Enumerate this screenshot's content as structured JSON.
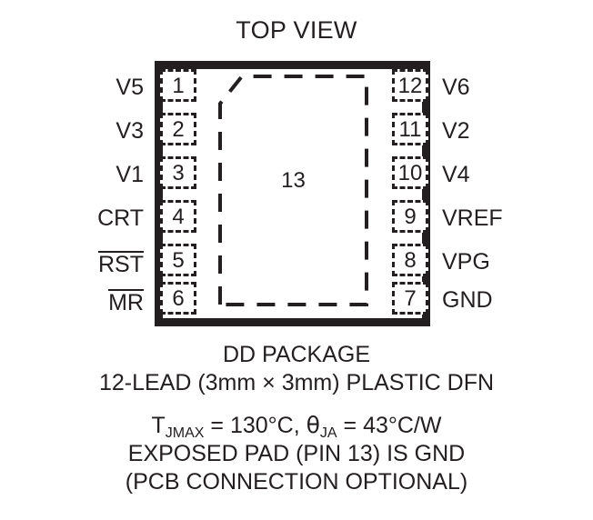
{
  "diagram": {
    "title": "TOP VIEW",
    "exposed_pad_number": "13",
    "package_outline_color": "#231f20",
    "background_color": "#ffffff",
    "left_pins": [
      {
        "number": "1",
        "name": "V5",
        "overline": false
      },
      {
        "number": "2",
        "name": "V3",
        "overline": false
      },
      {
        "number": "3",
        "name": "V1",
        "overline": false
      },
      {
        "number": "4",
        "name": "CRT",
        "overline": false
      },
      {
        "number": "5",
        "name": "RST",
        "overline": true
      },
      {
        "number": "6",
        "name": "MR",
        "overline": true
      }
    ],
    "right_pins": [
      {
        "number": "12",
        "name": "V6",
        "overline": false
      },
      {
        "number": "11",
        "name": "V2",
        "overline": false
      },
      {
        "number": "10",
        "name": "V4",
        "overline": false
      },
      {
        "number": "9",
        "name": "VREF",
        "overline": false
      },
      {
        "number": "8",
        "name": "VPG",
        "overline": false
      },
      {
        "number": "7",
        "name": "GND",
        "overline": false
      }
    ],
    "caption": {
      "package_name": "DD PACKAGE",
      "package_desc": "12-LEAD (3mm × 3mm) PLASTIC DFN",
      "thermal_tj_symbol": "T",
      "thermal_tj_sub": "JMAX",
      "thermal_tj_value": " = 130°C, ",
      "thermal_theta_symbol": "θ",
      "thermal_theta_sub": "JA",
      "thermal_theta_value": " = 43°C/W",
      "exposed_pad_note": "EXPOSED PAD (PIN 13) IS GND",
      "pcb_note": "(PCB CONNECTION OPTIONAL)"
    }
  }
}
